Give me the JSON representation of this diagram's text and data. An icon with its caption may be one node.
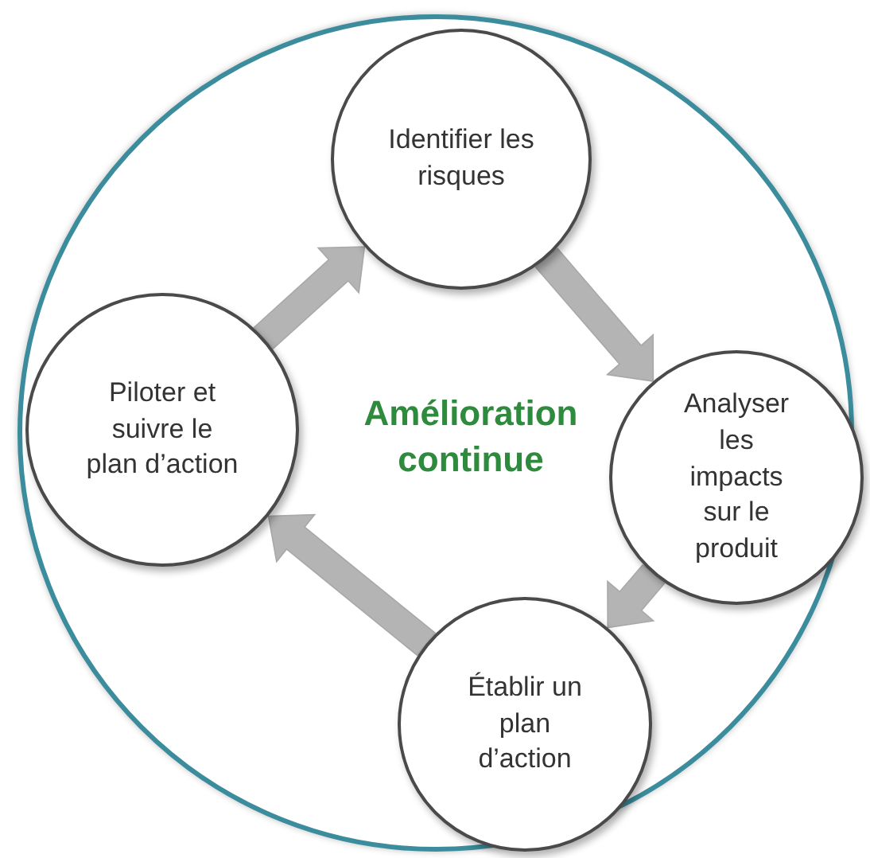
{
  "diagram": {
    "nodes": [
      {
        "text": [],
        "shape": "circle"
      },
      {
        "text": [
          "Identifier les risques"
        ],
        "in": 0
      },
      {
        "text": [
          "Analyser les impacts sur le produit"
        ],
        "in": 0
      },
      {
        "text": [
          "Établir un plan d’action"
        ],
        "in": 0
      },
      {
        "text": [
          "Piloter et suivre le plan d’action"
        ],
        "in": 0
      },
      {
        "text": [
          "Amélioration continue"
        ],
        "in": 0
      }
    ],
    "edges": [
      {
        "from": 1,
        "to": 2,
        "arrow": "to"
      },
      {
        "from": 2,
        "to": 3,
        "arrow": "to"
      },
      {
        "from": 3,
        "to": 4,
        "arrow": "to"
      },
      {
        "from": 4,
        "to": 1,
        "arrow": "to"
      }
    ]
  }
}
